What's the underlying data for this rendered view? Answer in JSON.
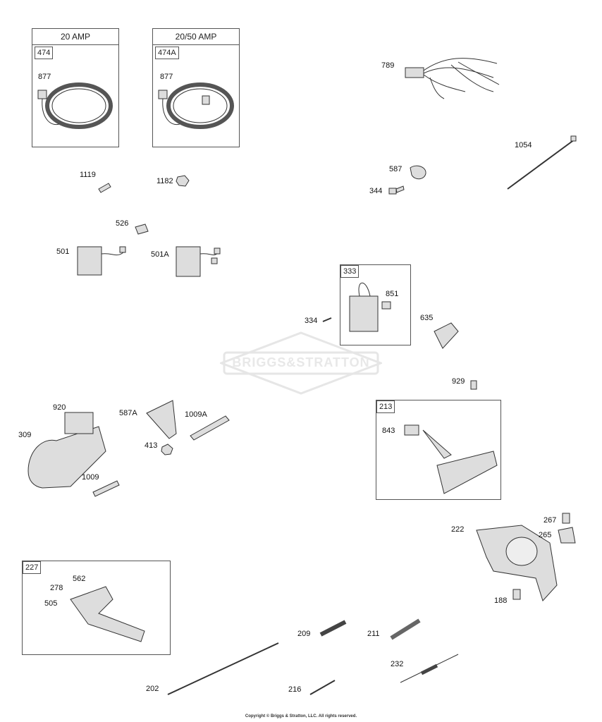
{
  "watermark": "BRIGGS&STRATTON",
  "copyright": "Copyright © Briggs & Stratton, LLC. All rights reserved.",
  "kits": {
    "k474": {
      "header": "20 AMP",
      "tag": "474",
      "part": "877"
    },
    "k474a": {
      "header": "20/50 AMP",
      "tag": "474A",
      "part": "877"
    },
    "k333": {
      "tag": "333",
      "part": "851"
    },
    "k213": {
      "tag": "213",
      "part": "843"
    },
    "k227": {
      "tag": "227",
      "parts": [
        "562",
        "278",
        "505"
      ]
    }
  },
  "labels": {
    "p789": "789",
    "p1054": "1054",
    "p587": "587",
    "p344": "344",
    "p1119": "1119",
    "p1182": "1182",
    "p526": "526",
    "p501": "501",
    "p501a": "501A",
    "p334": "334",
    "p635": "635",
    "p929": "929",
    "p920": "920",
    "p309": "309",
    "p587a": "587A",
    "p1009a": "1009A",
    "p413": "413",
    "p1009": "1009",
    "p267": "267",
    "p222": "222",
    "p265": "265",
    "p188": "188",
    "p209": "209",
    "p211": "211",
    "p232": "232",
    "p202": "202",
    "p216": "216"
  },
  "colors": {
    "line": "#333333",
    "fill": "#dddddd",
    "dark": "#888888",
    "watermark": "#e6e6e6"
  }
}
